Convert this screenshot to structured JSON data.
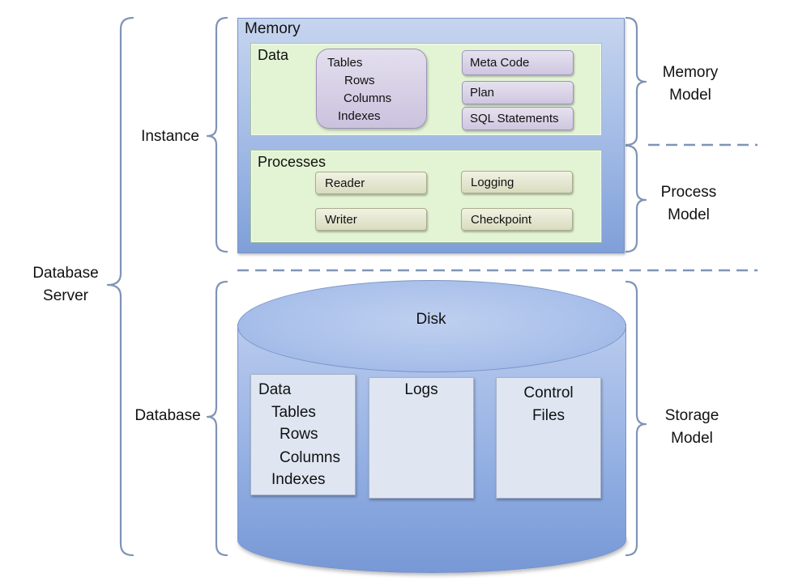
{
  "left_labels": {
    "database_server": [
      "Database",
      "Server"
    ],
    "instance": "Instance",
    "database": "Database"
  },
  "right_labels": {
    "memory_model": [
      "Memory",
      "Model"
    ],
    "process_model": [
      "Process",
      "Model"
    ],
    "storage_model": [
      "Storage",
      "Model"
    ]
  },
  "memory": {
    "title": "Memory",
    "data": {
      "title": "Data",
      "tables_lines": [
        "Tables",
        "Rows",
        "Columns",
        "Indexes"
      ],
      "items": [
        "Meta Code",
        "Plan",
        "SQL Statements"
      ]
    }
  },
  "processes": {
    "title": "Processes",
    "items": [
      "Reader",
      "Logging",
      "Writer",
      "Checkpoint"
    ]
  },
  "disk": {
    "title": "Disk",
    "data_lines": [
      "Data",
      "Tables",
      "Rows",
      "Columns",
      "Indexes"
    ],
    "logs": "Logs",
    "control_lines": [
      "Control",
      "Files"
    ]
  },
  "colors": {
    "memory_bg": "#9db7e4",
    "panel_bg": "#e3f4d4",
    "pill_bg": "#cfc6e0",
    "process_pill_bg": "#d9dcc0",
    "disk_bg": "#9fb8e6",
    "disk_card_bg": "#dfe6f2",
    "bracket": "#7f94b8"
  }
}
